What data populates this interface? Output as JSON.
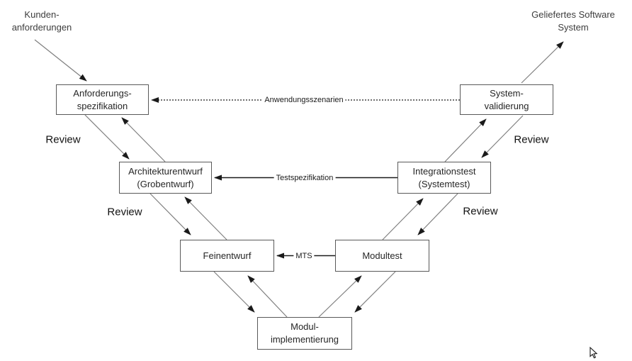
{
  "diagram": {
    "free_text": {
      "top_left": {
        "line1": "Kunden-",
        "line2": "anforderungen"
      },
      "top_right": {
        "line1": "Geliefertes Software",
        "line2": "System"
      }
    },
    "boxes": {
      "anforderungsspezifikation": {
        "line1": "Anforderungs-",
        "line2": "spezifikation"
      },
      "systemvalidierung": {
        "line1": "System-",
        "line2": "validierung"
      },
      "architekturentwurf": {
        "line1": "Architekturentwurf",
        "line2": "(Grobentwurf)"
      },
      "integrationstest": {
        "line1": "Integrationstest",
        "line2": "(Systemtest)"
      },
      "feinentwurf": {
        "line1": "Feinentwurf"
      },
      "modultest": {
        "line1": "Modultest"
      },
      "modulimplementierung": {
        "line1": "Modul-",
        "line2": "implementierung"
      }
    },
    "edge_labels": {
      "anwendungsszenarien": "Anwendungsszenarien",
      "testspezifikation": "Testspezifikation",
      "mts": "MTS",
      "review": "Review"
    },
    "colors": {
      "diagonal_line": "#7f7f7f",
      "horizontal_line": "#1a1a1a",
      "arrowhead": "#1a1a1a",
      "box_border": "#595959",
      "text": "#262626",
      "background": "#ffffff"
    }
  }
}
